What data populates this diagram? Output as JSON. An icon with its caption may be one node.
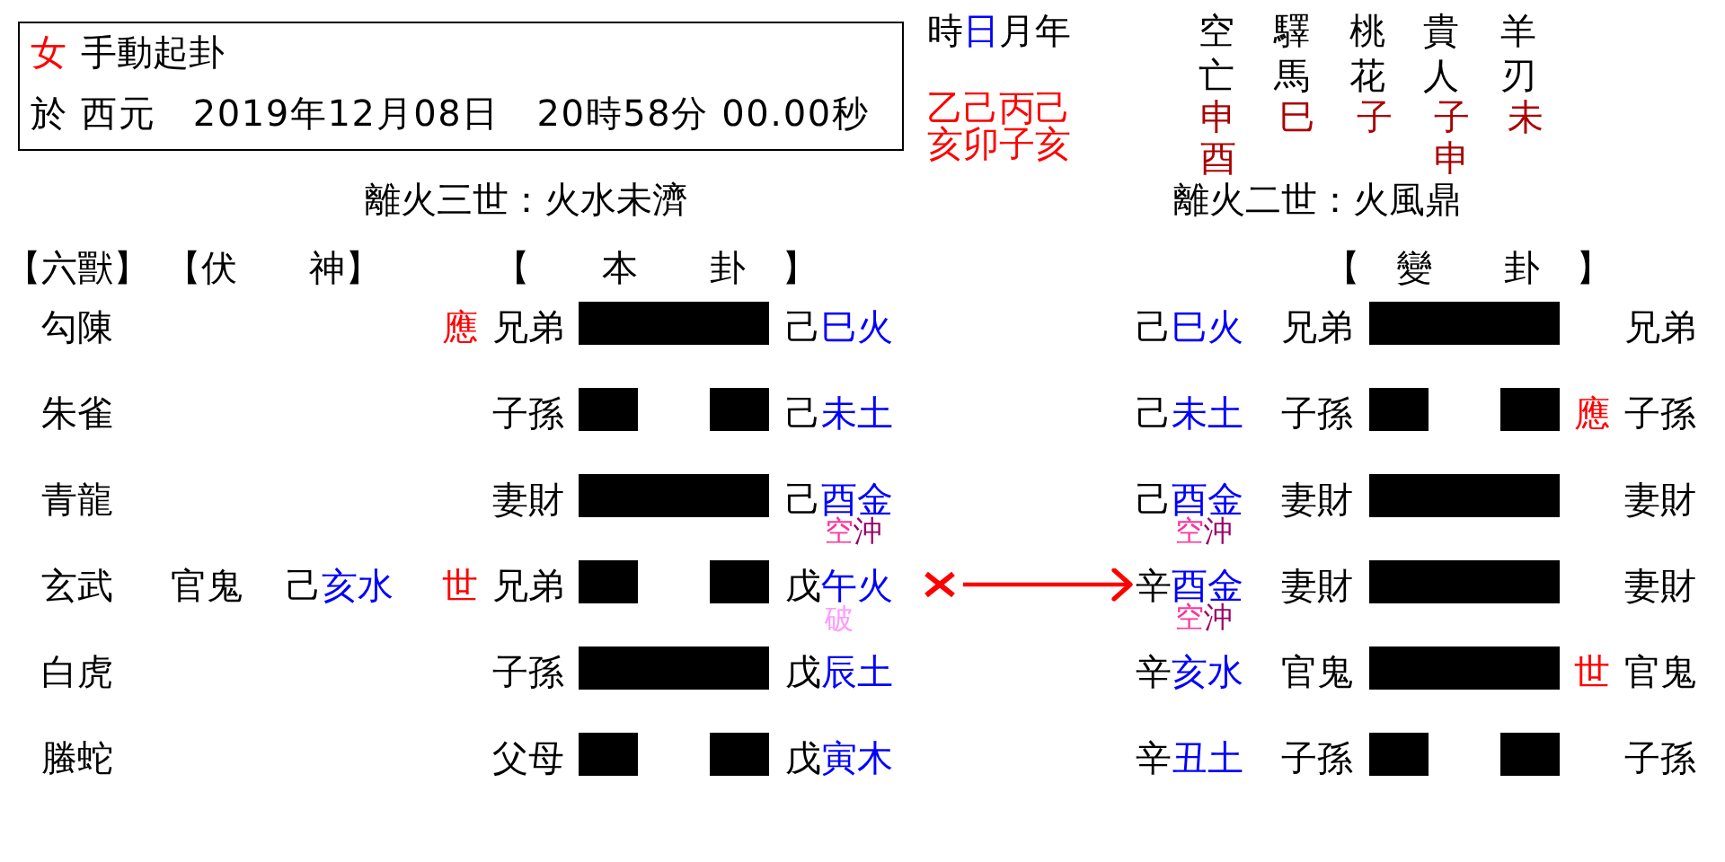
{
  "diagram": {
    "nodes": [
      {
        "text": [
          "女",
          "手動起卦",
          "於 西元　2019年12月08日　20時58分 00.00秒"
        ]
      },
      {
        "text": [],
        "shape": "bar"
      },
      {
        "text": [],
        "shape": "bar"
      },
      {
        "text": [],
        "shape": "broken-bar"
      },
      {
        "text": [],
        "shape": "broken-bar"
      },
      {
        "text": [],
        "shape": "bar"
      },
      {
        "text": [],
        "shape": "bar"
      },
      {
        "text": [],
        "shape": "broken-bar"
      },
      {
        "text": [],
        "shape": "cross"
      },
      {
        "text": [
          "辛",
          "酉金"
        ]
      },
      {
        "text": [],
        "shape": "bar"
      },
      {
        "text": [],
        "shape": "bar"
      },
      {
        "text": [],
        "shape": "bar"
      },
      {
        "text": [],
        "shape": "broken-bar"
      },
      {
        "text": [],
        "shape": "broken-bar"
      }
    ],
    "edges": [
      {
        "from": 8,
        "to": 9,
        "arrow": "to",
        "color": "#ff0000"
      }
    ],
    "labels": [
      "時",
      "日",
      "月年",
      "空亡",
      "驛馬",
      "桃花",
      "貴人",
      "羊刃",
      "乙己丙己",
      "申",
      "巳",
      "子",
      "子",
      "未",
      "亥卯子亥",
      "酉",
      "申",
      "離火三世：火水未濟",
      "離火二世：火風鼎",
      "【六獸】",
      "【伏　　神】",
      "【　　本　　卦　】",
      "【　變　　卦　】",
      "勾陳",
      "應",
      "兄弟",
      "己",
      "巳火",
      "己",
      "巳火",
      "兄弟",
      "兄弟",
      "朱雀",
      "子孫",
      "己",
      "未土",
      "己",
      "未土",
      "子孫",
      "應",
      "子孫",
      "青龍",
      "妻財",
      "己",
      "酉金",
      "己",
      "酉金",
      "妻財",
      "妻財",
      "空",
      "沖",
      "空",
      "沖",
      "玄武",
      "官鬼",
      "己",
      "亥水",
      "世",
      "兄弟",
      "戊",
      "午火",
      "妻財",
      "妻財",
      "破",
      "空",
      "沖",
      "白虎",
      "子孫",
      "戊",
      "辰土",
      "辛",
      "亥水",
      "官鬼",
      "世",
      "官鬼",
      "螣蛇",
      "父母",
      "戊",
      "寅木",
      "辛",
      "丑土",
      "子孫",
      "子孫"
    ]
  }
}
